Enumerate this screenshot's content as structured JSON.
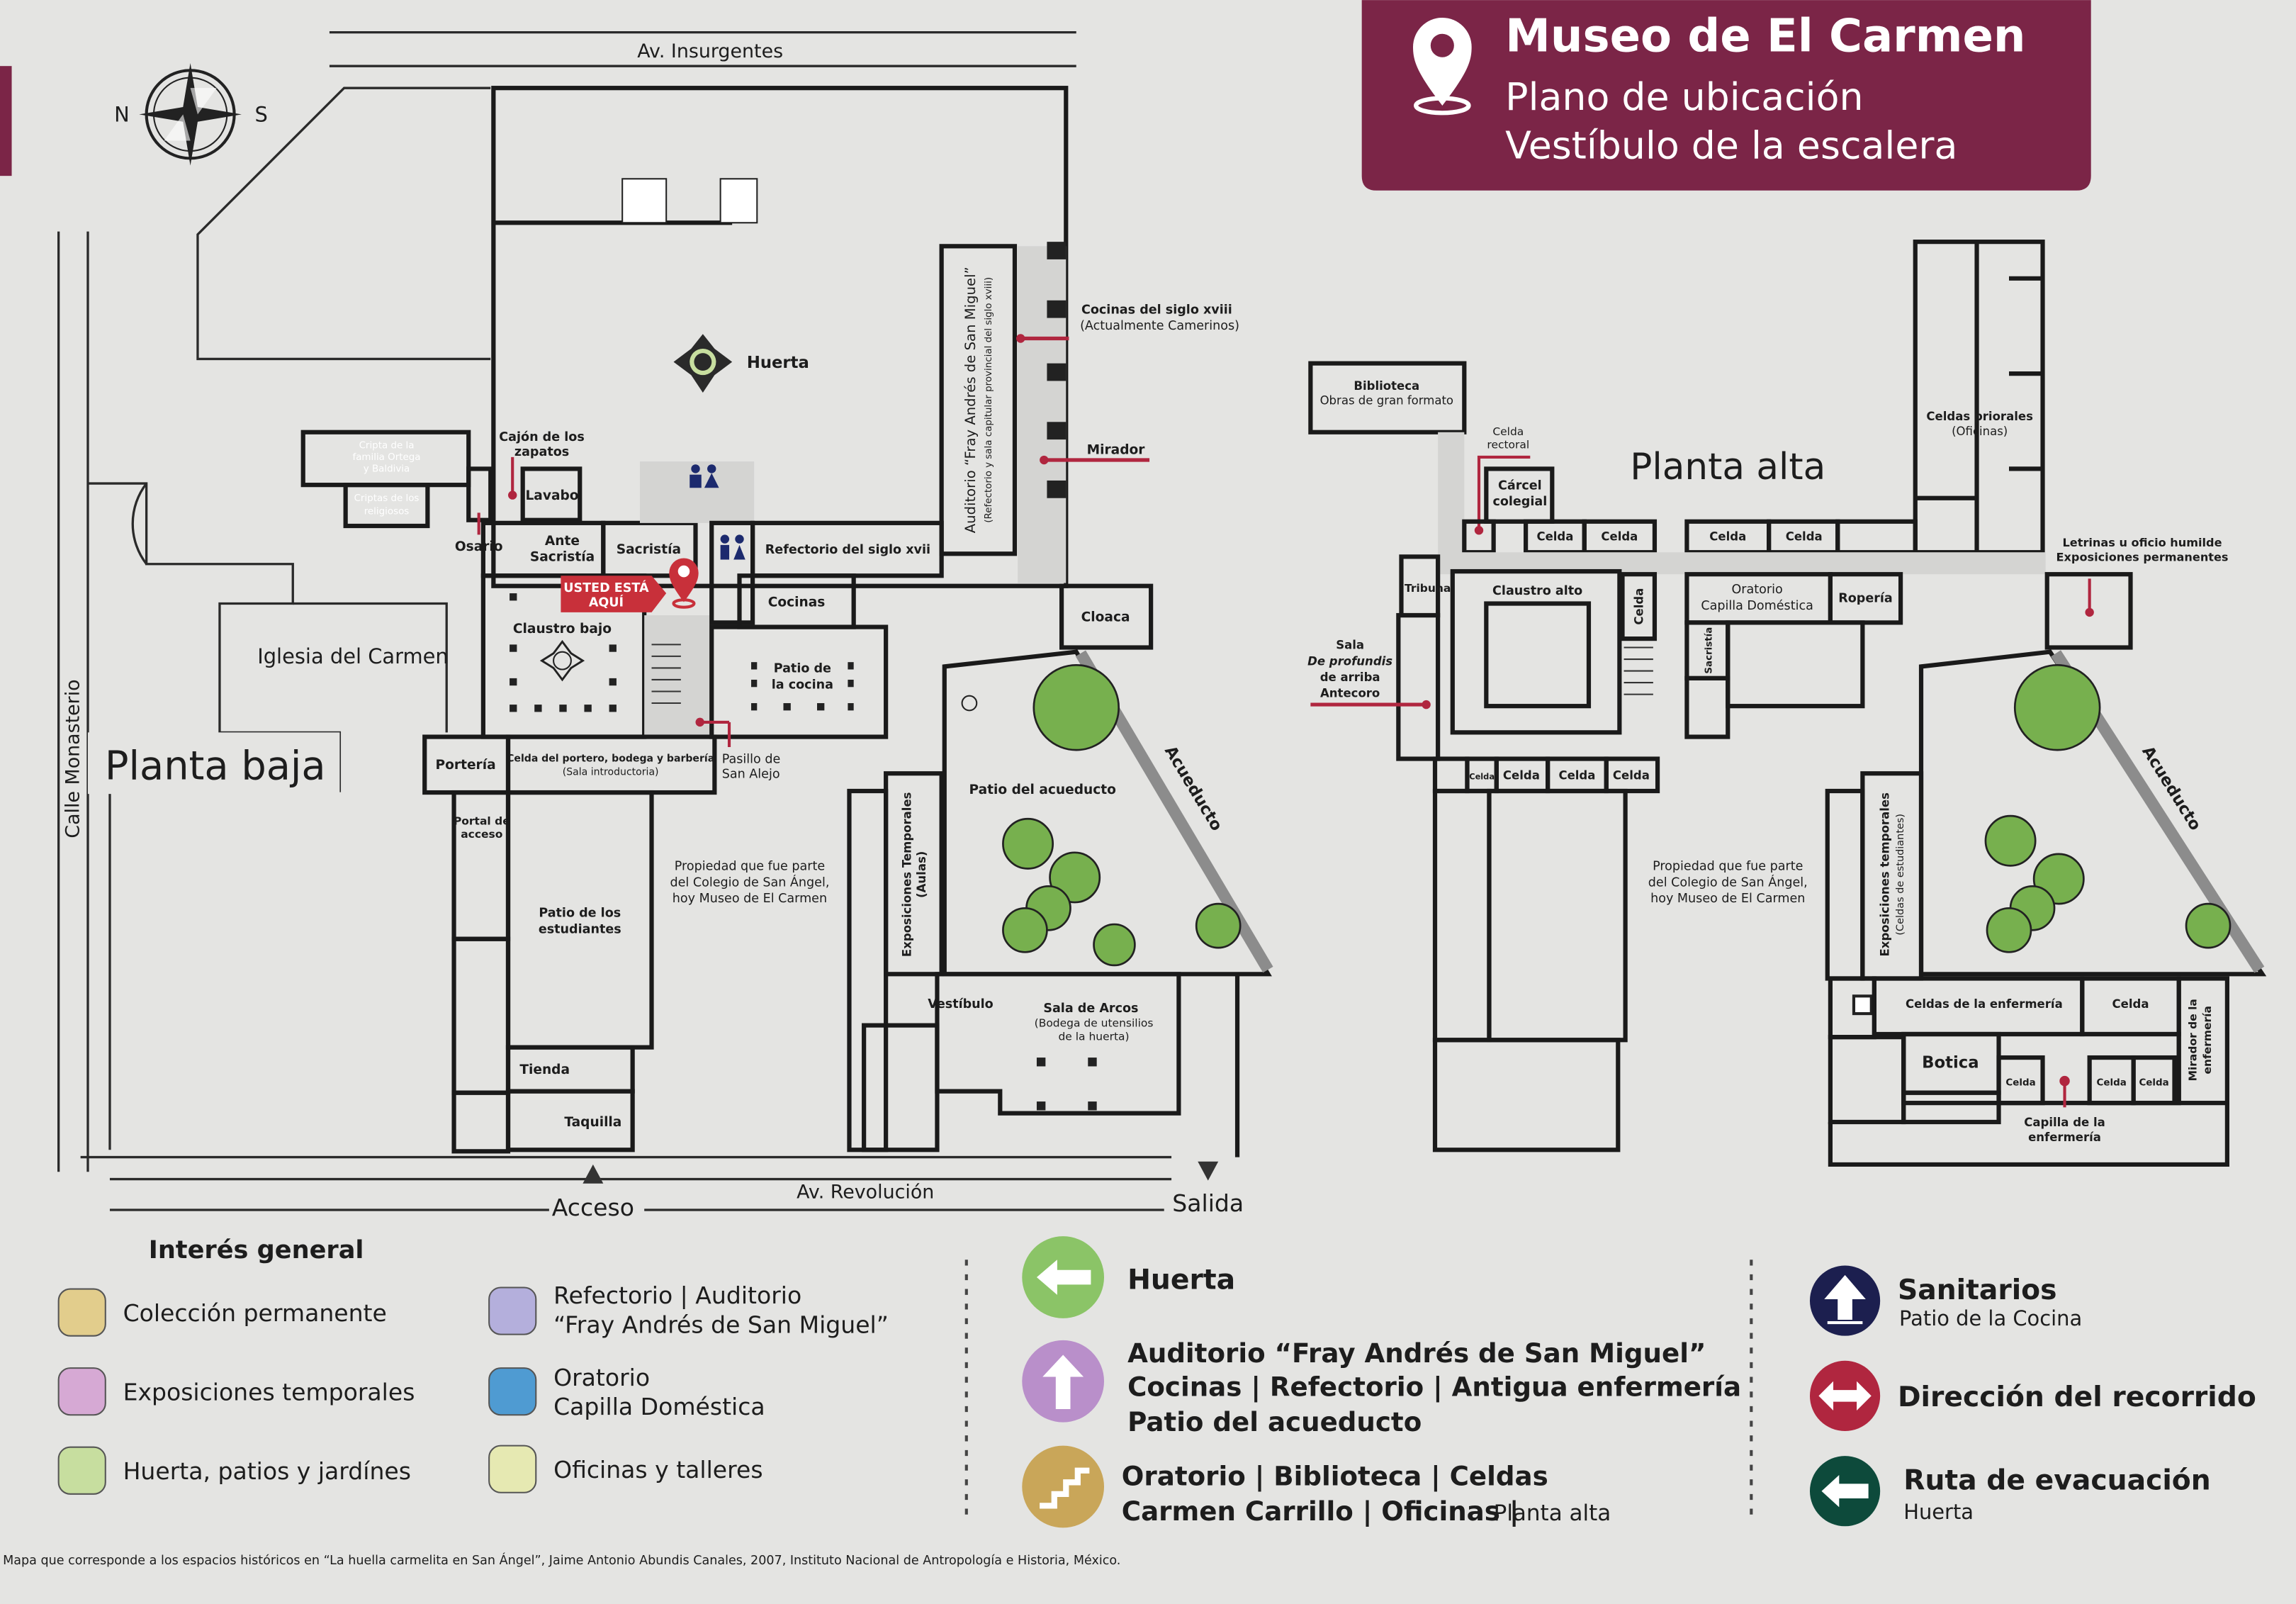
{
  "header": {
    "title": "Museo de El Carmen",
    "subtitle": "Plano de ubicación",
    "location": "Vestíbulo de la escalera",
    "icon": "map-pin-icon",
    "color": "#7b2547"
  },
  "compass": {
    "north": "N",
    "south": "S"
  },
  "streets": {
    "insurgentes": "Av. Insurgentes",
    "revolucion": "Av. Revolución",
    "monasterio": "Calle Monasterio",
    "acceso": "Acceso",
    "salida": "Salida"
  },
  "planta_baja": {
    "title": "Planta baja",
    "iglesia": "Iglesia del Carmen",
    "huerta": "Huerta",
    "cripta": [
      "Cripta de la",
      "familia Ortega",
      "y Baldivia"
    ],
    "criptas_religiosos": [
      "Criptas de los",
      "religiosos"
    ],
    "cajon": [
      "Cajón de los",
      "zapatos"
    ],
    "lavabo": "Lavabo",
    "osario": "Osario",
    "ante_sacristia": [
      "Ante",
      "Sacristía"
    ],
    "sacristia": "Sacristía",
    "usted_esta_aqui": [
      "USTED ESTÁ",
      "AQUÍ"
    ],
    "refectorio": "Refectorio del siglo xvii",
    "cocinas": "Cocinas",
    "claustro_bajo": "Claustro bajo",
    "patio_cocina": [
      "Patio de",
      "la cocina"
    ],
    "celda_portero": [
      "Celda del portero, bodega y barbería",
      "(Sala introductoria)"
    ],
    "porteria": "Portería",
    "pasillo": [
      "Pasillo de",
      "San Alejo"
    ],
    "portal": [
      "Portal de",
      "acceso"
    ],
    "patio_estudiantes": [
      "Patio de los",
      "estudiantes"
    ],
    "tienda": "Tienda",
    "taquilla": "Taquilla",
    "auditorio": [
      "Auditorio “Fray Andrés de San Miguel”",
      "(Refectorio y sala capitular provincial del siglo xviii)"
    ],
    "cocinas_xviii": [
      "Cocinas del siglo xviii",
      "(Actualmente Camerinos)"
    ],
    "mirador": "Mirador",
    "cloaca": "Cloaca",
    "acueducto": "Acueducto",
    "patio_acueducto": "Patio del acueducto",
    "expo_aulas": [
      "Exposiciones Temporales",
      "(Aulas)"
    ],
    "vestibulo": "Vestíbulo",
    "sala_arcos": [
      "Sala de Arcos",
      "(Bodega de utensilios",
      "de la huerta)"
    ],
    "propiedad": [
      "Propiedad que fue parte",
      "del Colegio de San Ángel,",
      "hoy Museo de El Carmen"
    ]
  },
  "planta_alta": {
    "title": "Planta alta",
    "biblioteca": [
      "Biblioteca",
      "Obras de gran formato"
    ],
    "celda_rectoral": [
      "Celda",
      "rectoral"
    ],
    "carcel": [
      "Cárcel",
      "colegial"
    ],
    "celda": "Celda",
    "celdas_priorales": [
      "Celdas priorales",
      "(Oficinas)"
    ],
    "letrinas": [
      "Letrinas u oficio humilde",
      "Exposiciones permanentes"
    ],
    "tribuna": "Tribuna",
    "sala_profundis": [
      "Sala",
      "De profundis",
      "de arriba",
      "Antecoro"
    ],
    "claustro_alto": "Claustro alto",
    "oratorio": [
      "Oratorio",
      "Capilla Doméstica"
    ],
    "sacristia": "Sacristía",
    "roperia": "Ropería",
    "acueducto": "Acueducto",
    "expo_estudiantes": [
      "Exposiciones temporales",
      "(Celdas de estudiantes)"
    ],
    "celdas_enfermeria": "Celdas de la enfermería",
    "botica": "Botica",
    "mirador_enfermeria": [
      "Mirador de la",
      "enfermería"
    ],
    "capilla_enfermeria": [
      "Capilla de la",
      "enfermería"
    ],
    "propiedad": [
      "Propiedad que fue parte",
      "del Colegio de San Ángel,",
      "hoy Museo de El Carmen"
    ]
  },
  "legend": {
    "heading": "Interés general",
    "categories": [
      {
        "lines": [
          "Colección permanente"
        ],
        "color": "#e2cd8c"
      },
      {
        "lines": [
          "Exposiciones temporales"
        ],
        "color": "#d6a9d4"
      },
      {
        "lines": [
          "Huerta, patios y jardínes"
        ],
        "color": "#c7de9f"
      },
      {
        "lines": [
          "Refectorio | Auditorio",
          "“Fray Andrés de San Miguel”"
        ],
        "color": "#b4afdc"
      },
      {
        "lines": [
          "Oratorio",
          "Capilla Doméstica"
        ],
        "color": "#4f9bd2"
      },
      {
        "lines": [
          "Oficinas y talleres"
        ],
        "color": "#e6e9b2"
      }
    ],
    "routes": [
      {
        "icon": "arrow-left-icon",
        "color": "#8bc467",
        "lines": [
          "Huerta"
        ]
      },
      {
        "icon": "arrow-up-icon",
        "color": "#b98fca",
        "lines": [
          "Auditorio “Fray Andrés de San Miguel”",
          "Cocinas | Refectorio | Antigua enfermería",
          "Patio del acueducto"
        ]
      },
      {
        "icon": "stairs-icon",
        "color": "#c9a659",
        "lines": [
          "Oratorio | Biblioteca | Celdas",
          "Carmen Carrillo | Oficinas |"
        ],
        "suffix": "Planta alta"
      }
    ],
    "services": [
      {
        "icon": "restroom-up-icon",
        "color": "#1c1f4f",
        "title": "Sanitarios",
        "sub": "Patio de la Cocina"
      },
      {
        "icon": "double-arrow-icon",
        "color": "#b0263f",
        "title": "Dirección del recorrido",
        "sub": ""
      },
      {
        "icon": "evacuation-arrow-icon",
        "color": "#0d4a3b",
        "title": "Ruta de evacuación",
        "sub": "Huerta"
      }
    ]
  },
  "footer": "Mapa que corresponde a los espacios históricos en “La huella carmelita en San Ángel”, Jaime Antonio Abundis Canales, 2007, Instituto Nacional de Antropología e Historia, México."
}
